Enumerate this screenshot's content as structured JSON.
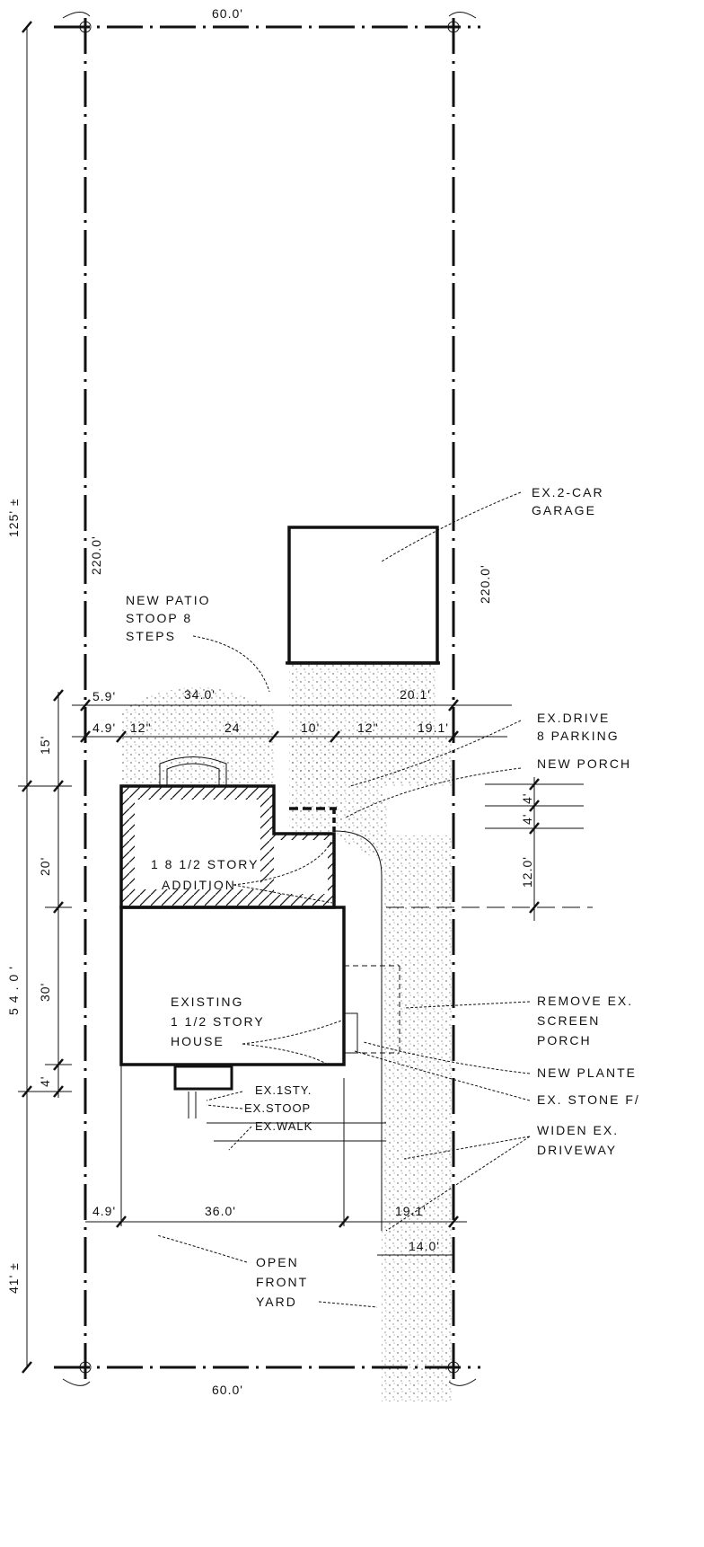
{
  "dimensions": {
    "lot_width_top": "60.0'",
    "lot_width_bottom": "60.0'",
    "lot_depth_left": "220.0'",
    "lot_depth_right": "220.0'",
    "rear_setback": "125' ±",
    "front_setback": "41' ±",
    "house_depth": "54.0'",
    "patio_depth": "15'",
    "addition_depth": "20'",
    "house_section": "30'",
    "stoop_depth": "4'",
    "patio_side": "5.9'",
    "patio_width": "34.0'",
    "patio_right": "20.1'",
    "left_setback": "4.9'",
    "overhang_left": "12\"",
    "addition_width": "24",
    "porch_width": "10'",
    "overhang_right": "12\"",
    "right_setback_upper": "19.1'",
    "porch_dim_a": "4'",
    "porch_dim_b": "4'",
    "porch_dim_c": "12.0'",
    "front_left_setback": "4.9'",
    "house_width": "36.0'",
    "front_right_setback": "19.1'",
    "driveway_width": "14.0'"
  },
  "labels": {
    "garage": [
      "EX.2-CAR",
      "GARAGE"
    ],
    "patio": [
      "NEW PATIO",
      "STOOP 8",
      "STEPS"
    ],
    "drive": [
      "EX.DRIVE",
      "8 PARKING"
    ],
    "porch": "NEW PORCH",
    "addition": [
      "1 8 1/2 STORY",
      "ADDITION"
    ],
    "house": [
      "EXISTING",
      "1 1/2 STORY",
      "HOUSE"
    ],
    "remove_porch": [
      "REMOVE EX.",
      "SCREEN",
      "PORCH"
    ],
    "planter": "NEW PLANTE",
    "stone": "EX. STONE F/",
    "widen": [
      "WIDEN EX.",
      "DRIVEWAY"
    ],
    "ex_1sty": "EX.1STY.",
    "ex_stoop": "EX.STOOP",
    "ex_walk": "EX.WALK",
    "front_yard": [
      "OPEN",
      "FRONT",
      "YARD"
    ]
  }
}
